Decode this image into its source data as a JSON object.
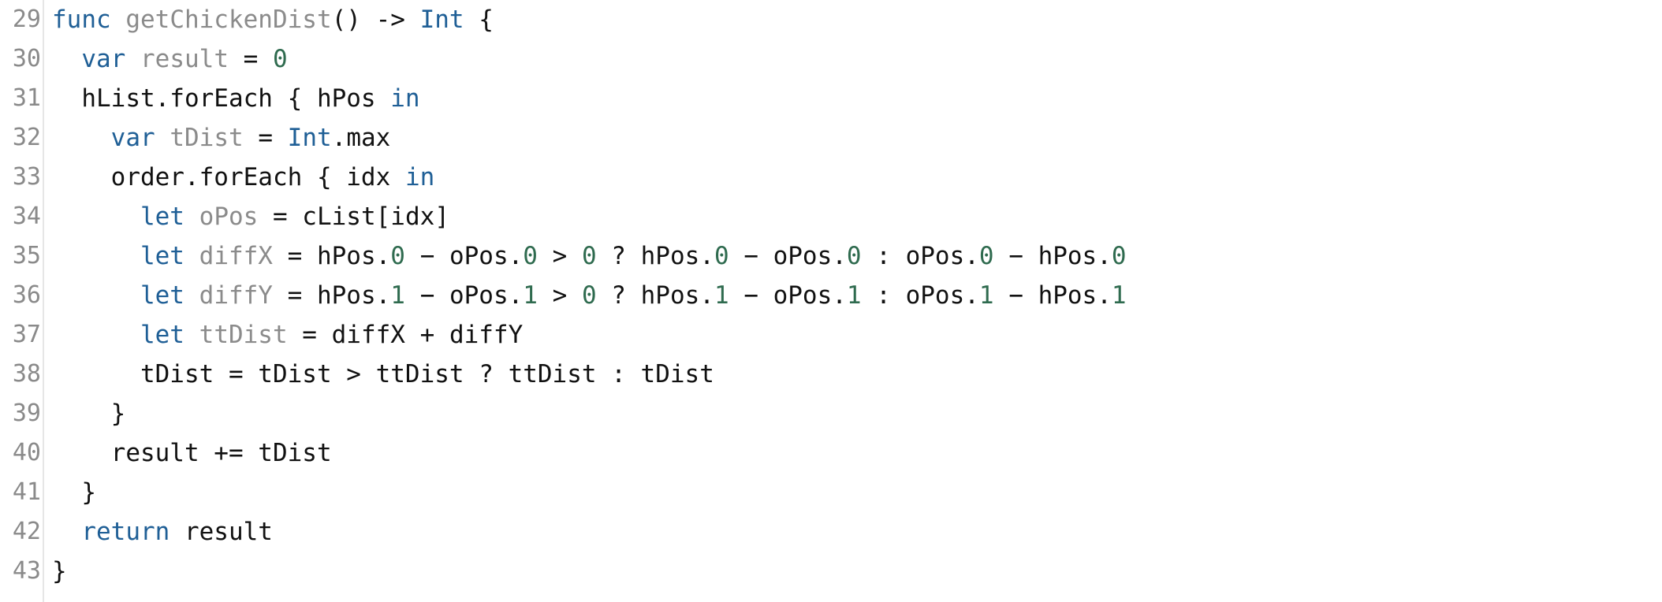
{
  "editor": {
    "colors": {
      "keyword": "#1f5f96",
      "identifier": "#8b8b8b",
      "type": "#1f5f96",
      "number": "#2f6b4f",
      "plain": "#111111",
      "line_number": "#8a8a8a",
      "gutter_border": "#e6e6e6",
      "background": "#ffffff"
    },
    "lines": [
      {
        "number": "29",
        "tokens": [
          {
            "text": "func",
            "kind": "keyword"
          },
          {
            "text": " ",
            "kind": "plain"
          },
          {
            "text": "getChickenDist",
            "kind": "ident"
          },
          {
            "text": "() -> ",
            "kind": "plain"
          },
          {
            "text": "Int",
            "kind": "type"
          },
          {
            "text": " {",
            "kind": "plain"
          }
        ]
      },
      {
        "number": "30",
        "tokens": [
          {
            "text": "  ",
            "kind": "plain"
          },
          {
            "text": "var",
            "kind": "keyword"
          },
          {
            "text": " ",
            "kind": "plain"
          },
          {
            "text": "result",
            "kind": "ident"
          },
          {
            "text": " = ",
            "kind": "plain"
          },
          {
            "text": "0",
            "kind": "number"
          }
        ]
      },
      {
        "number": "31",
        "tokens": [
          {
            "text": "  hList.forEach { hPos ",
            "kind": "plain"
          },
          {
            "text": "in",
            "kind": "keyword"
          }
        ]
      },
      {
        "number": "32",
        "tokens": [
          {
            "text": "    ",
            "kind": "plain"
          },
          {
            "text": "var",
            "kind": "keyword"
          },
          {
            "text": " ",
            "kind": "plain"
          },
          {
            "text": "tDist",
            "kind": "ident"
          },
          {
            "text": " = ",
            "kind": "plain"
          },
          {
            "text": "Int",
            "kind": "type"
          },
          {
            "text": ".max",
            "kind": "plain"
          }
        ]
      },
      {
        "number": "33",
        "tokens": [
          {
            "text": "    order.forEach { idx ",
            "kind": "plain"
          },
          {
            "text": "in",
            "kind": "keyword"
          }
        ]
      },
      {
        "number": "34",
        "tokens": [
          {
            "text": "      ",
            "kind": "plain"
          },
          {
            "text": "let",
            "kind": "keyword"
          },
          {
            "text": " ",
            "kind": "plain"
          },
          {
            "text": "oPos",
            "kind": "ident"
          },
          {
            "text": " = cList[idx]",
            "kind": "plain"
          }
        ]
      },
      {
        "number": "35",
        "tokens": [
          {
            "text": "      ",
            "kind": "plain"
          },
          {
            "text": "let",
            "kind": "keyword"
          },
          {
            "text": " ",
            "kind": "plain"
          },
          {
            "text": "diffX",
            "kind": "ident"
          },
          {
            "text": " = hPos.",
            "kind": "plain"
          },
          {
            "text": "0",
            "kind": "number"
          },
          {
            "text": " − oPos.",
            "kind": "plain"
          },
          {
            "text": "0",
            "kind": "number"
          },
          {
            "text": " > ",
            "kind": "plain"
          },
          {
            "text": "0",
            "kind": "number"
          },
          {
            "text": " ? hPos.",
            "kind": "plain"
          },
          {
            "text": "0",
            "kind": "number"
          },
          {
            "text": " − oPos.",
            "kind": "plain"
          },
          {
            "text": "0",
            "kind": "number"
          },
          {
            "text": " : oPos.",
            "kind": "plain"
          },
          {
            "text": "0",
            "kind": "number"
          },
          {
            "text": " − hPos.",
            "kind": "plain"
          },
          {
            "text": "0",
            "kind": "number"
          }
        ]
      },
      {
        "number": "36",
        "tokens": [
          {
            "text": "      ",
            "kind": "plain"
          },
          {
            "text": "let",
            "kind": "keyword"
          },
          {
            "text": " ",
            "kind": "plain"
          },
          {
            "text": "diffY",
            "kind": "ident"
          },
          {
            "text": " = hPos.",
            "kind": "plain"
          },
          {
            "text": "1",
            "kind": "number"
          },
          {
            "text": " − oPos.",
            "kind": "plain"
          },
          {
            "text": "1",
            "kind": "number"
          },
          {
            "text": " > ",
            "kind": "plain"
          },
          {
            "text": "0",
            "kind": "number"
          },
          {
            "text": " ? hPos.",
            "kind": "plain"
          },
          {
            "text": "1",
            "kind": "number"
          },
          {
            "text": " − oPos.",
            "kind": "plain"
          },
          {
            "text": "1",
            "kind": "number"
          },
          {
            "text": " : oPos.",
            "kind": "plain"
          },
          {
            "text": "1",
            "kind": "number"
          },
          {
            "text": " − hPos.",
            "kind": "plain"
          },
          {
            "text": "1",
            "kind": "number"
          }
        ]
      },
      {
        "number": "37",
        "tokens": [
          {
            "text": "      ",
            "kind": "plain"
          },
          {
            "text": "let",
            "kind": "keyword"
          },
          {
            "text": " ",
            "kind": "plain"
          },
          {
            "text": "ttDist",
            "kind": "ident"
          },
          {
            "text": " = diffX + diffY",
            "kind": "plain"
          }
        ]
      },
      {
        "number": "38",
        "tokens": [
          {
            "text": "      tDist = tDist > ttDist ? ttDist : tDist",
            "kind": "plain"
          }
        ]
      },
      {
        "number": "39",
        "tokens": [
          {
            "text": "    }",
            "kind": "plain"
          }
        ]
      },
      {
        "number": "40",
        "tokens": [
          {
            "text": "    result += tDist",
            "kind": "plain"
          }
        ]
      },
      {
        "number": "41",
        "tokens": [
          {
            "text": "  }",
            "kind": "plain"
          }
        ]
      },
      {
        "number": "42",
        "tokens": [
          {
            "text": "  ",
            "kind": "plain"
          },
          {
            "text": "return",
            "kind": "keyword"
          },
          {
            "text": " result",
            "kind": "plain"
          }
        ]
      },
      {
        "number": "43",
        "tokens": [
          {
            "text": "}",
            "kind": "plain"
          }
        ]
      }
    ]
  }
}
